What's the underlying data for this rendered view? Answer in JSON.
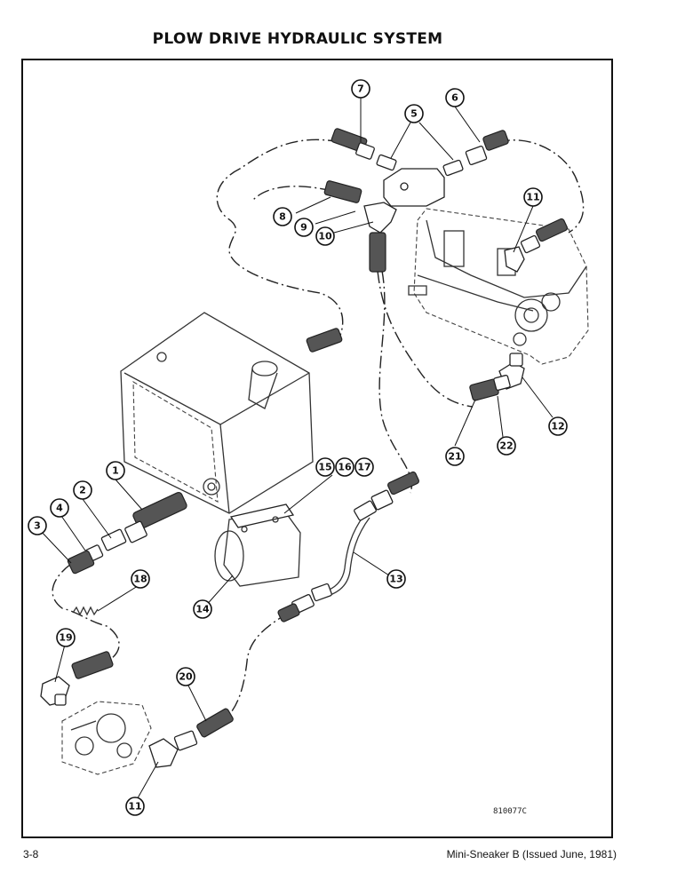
{
  "title": "PLOW DRIVE HYDRAULIC SYSTEM",
  "drawing_number": "810077C",
  "footer": {
    "page": "3-8",
    "publication": "Mini-Sneaker B (Issued June, 1981)"
  },
  "callouts": [
    "1",
    "2",
    "3",
    "4",
    "5",
    "6",
    "7",
    "8",
    "9",
    "10",
    "11",
    "12",
    "13",
    "14",
    "15",
    "16",
    "17",
    "18",
    "19",
    "20",
    "21",
    "22",
    "11"
  ]
}
